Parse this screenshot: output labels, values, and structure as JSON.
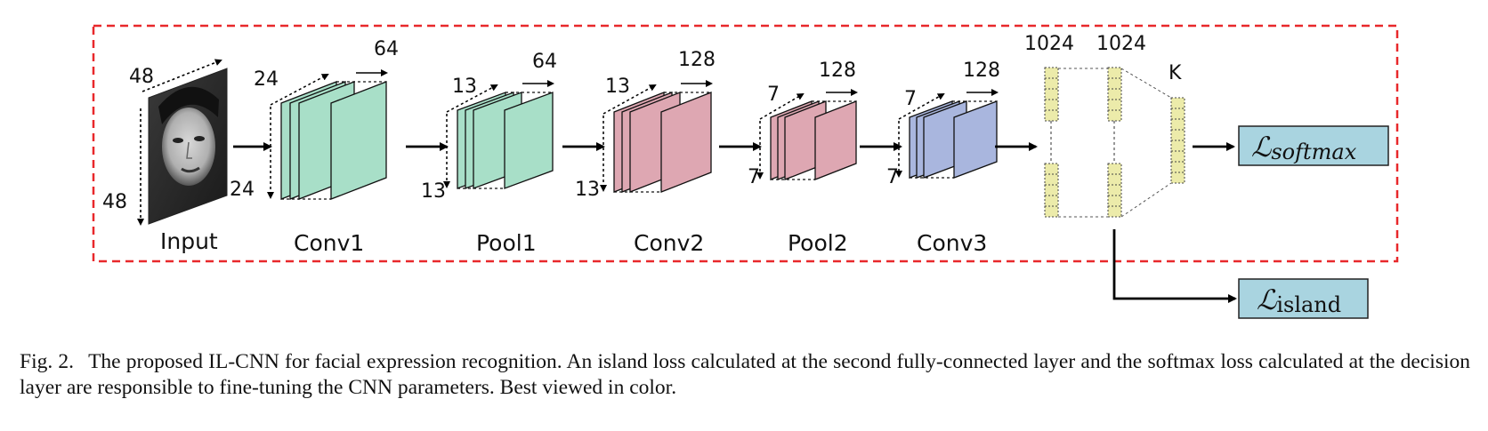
{
  "figure": {
    "input": {
      "label": "Input",
      "dim_w": "48",
      "dim_h": "48"
    },
    "layers": [
      {
        "name": "Conv1",
        "spatial_top": "24",
        "spatial_bottom": "24",
        "channels": "64"
      },
      {
        "name": "Pool1",
        "spatial_top": "13",
        "spatial_bottom": "13",
        "channels": "64"
      },
      {
        "name": "Conv2",
        "spatial_top": "13",
        "spatial_bottom": "13",
        "channels": "128"
      },
      {
        "name": "Pool2",
        "spatial_top": "7",
        "spatial_bottom": "7",
        "channels": "128"
      },
      {
        "name": "Conv3",
        "spatial_top": "7",
        "spatial_bottom": "7",
        "channels": "128"
      }
    ],
    "fc_layers": [
      "1024",
      "1024"
    ],
    "decision_layer": "K",
    "losses": {
      "softmax": {
        "symbol": "ℒ",
        "subscript": "softmax"
      },
      "island": {
        "symbol": "ℒ",
        "subscript": "island"
      }
    },
    "colors": {
      "border": "#e8282b",
      "conv1": "#a8dfc8",
      "conv2": "#dea7b2",
      "conv3": "#a9b6de",
      "fc": "#ecebaa",
      "loss_box": "#a9d4e0"
    }
  },
  "caption": {
    "prefix": "Fig. 2.",
    "text": "The proposed IL-CNN for facial expression recognition. An island loss calculated at the second fully-connected layer and the softmax loss calculated at the decision layer are responsible to fine-tuning the CNN parameters. Best viewed in color."
  }
}
